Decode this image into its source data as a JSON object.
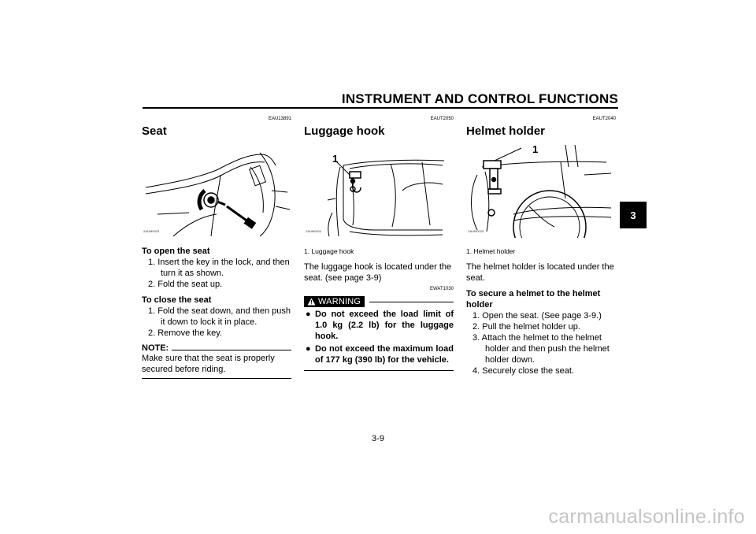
{
  "header": {
    "title": "INSTRUMENT AND CONTROL FUNCTIONS"
  },
  "chapter_tab": "3",
  "page_number": "3-9",
  "watermark": "carmanualsonline.info",
  "seat": {
    "code": "EAU13891",
    "title": "Seat",
    "figure_code": "ZAUM0023",
    "open_heading": "To open the seat",
    "open_steps": [
      "1. Insert the key in the lock, and then turn it as shown.",
      "2. Fold the seat up."
    ],
    "close_heading": "To close the seat",
    "close_steps": [
      "1. Fold the seat down, and then push it down to lock it in place.",
      "2. Remove the key."
    ],
    "note_label": "NOTE:",
    "note_text": "Make sure that the seat is properly secured before riding."
  },
  "luggage": {
    "code": "EAUT2050",
    "title": "Luggage hook",
    "figure_code": "ZAUM0024",
    "callout": "1",
    "caption": "1.  Luggage hook",
    "body": "The luggage hook is located under the seat. (see page 3-9)",
    "warning_code": "EWAT1030",
    "warning_label": "WARNING",
    "warnings": [
      "Do not exceed the load limit of 1.0 kg (2.2 lb) for the luggage hook.",
      "Do not exceed the maximum load of 177 kg (390 lb) for the vehicle."
    ]
  },
  "helmet": {
    "code": "EAUT2040",
    "title": "Helmet holder",
    "figure_code": "ZAUM0025",
    "callout": "1",
    "caption": "1.  Helmet holder",
    "body": "The helmet holder is located under the seat.",
    "secure_heading": "To secure a helmet to the helmet holder",
    "steps": [
      "1. Open the seat. (See page 3-9.)",
      "2. Pull the helmet holder up.",
      "3. Attach the helmet to the helmet holder and then push the helmet holder down.",
      "4. Securely close the seat."
    ]
  }
}
